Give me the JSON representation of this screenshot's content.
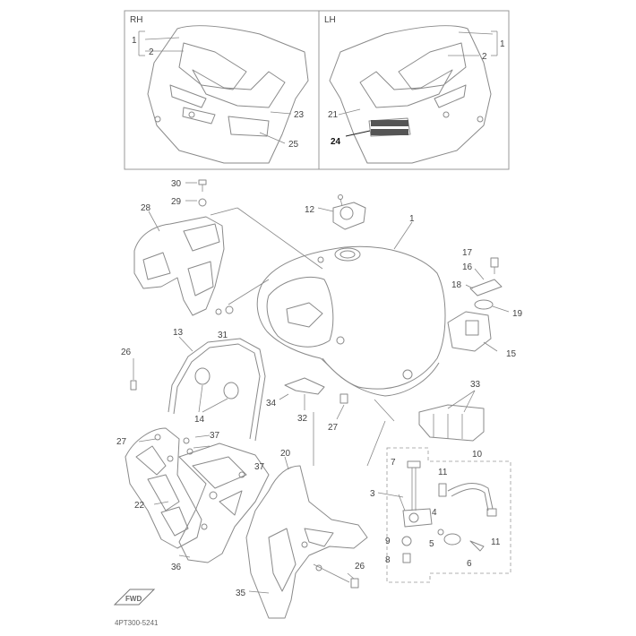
{
  "panels": {
    "left_title": "RH",
    "right_title": "LH"
  },
  "callouts": {
    "c1a": "1",
    "c2a": "2",
    "c23": "23",
    "c25": "25",
    "c1b": "1",
    "c2b": "2",
    "c21": "21",
    "c24": "24",
    "c30": "30",
    "c29": "29",
    "c28": "28",
    "c12": "12",
    "c1": "1",
    "c17": "17",
    "c16": "16",
    "c18": "18",
    "c19": "19",
    "c15": "15",
    "c13": "13",
    "c31": "31",
    "c26a": "26",
    "c14": "14",
    "c34": "34",
    "c32": "32",
    "c27a": "27",
    "c33": "33",
    "c27b": "27",
    "c37a": "37",
    "c37b": "37",
    "c22": "22",
    "c20": "20",
    "c7": "7",
    "c3": "3",
    "c11a": "11",
    "c10": "10",
    "c4": "4",
    "c9": "9",
    "c5": "5",
    "c11b": "11",
    "c6": "6",
    "c8": "8",
    "c26b": "26",
    "c36": "36",
    "c35": "35"
  },
  "badge": "FWD",
  "figure_code": "4PT300-5241"
}
